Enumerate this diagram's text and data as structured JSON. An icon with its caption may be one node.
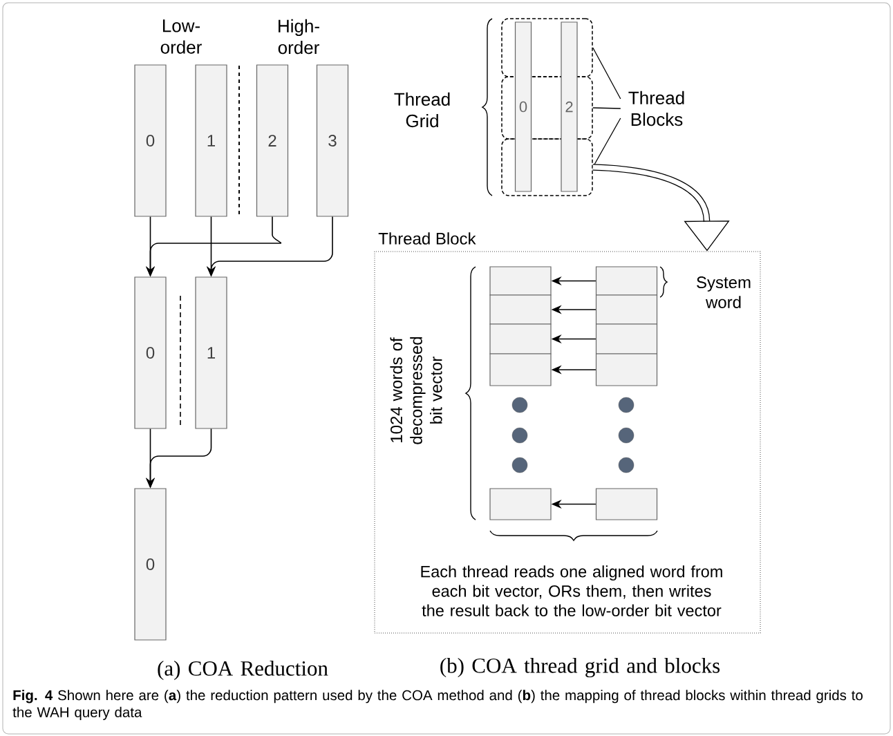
{
  "diagram": {
    "caption": "**Fig. 4** Shown here are (**a**) the reduction pattern used by the COA method and (**b**) the mapping of thread blocks within thread grids to the WAH query data",
    "nodes": [
      {
        "text": [
          "0"
        ]
      },
      {
        "text": [
          "1"
        ]
      },
      {
        "text": [
          "2"
        ]
      },
      {
        "text": [
          "3"
        ]
      },
      {
        "text": [
          "0"
        ]
      },
      {
        "text": [
          "1"
        ]
      },
      {
        "text": [
          "0"
        ]
      },
      {
        "text": [],
        "shape": "box"
      },
      {
        "text": [],
        "shape": "box"
      },
      {
        "text": [],
        "shape": "box"
      },
      {
        "text": [
          "0"
        ]
      },
      {
        "text": [
          "2"
        ]
      },
      {
        "text": [
          "Thread Blocks"
        ]
      },
      {
        "text": [
          "Thread Block"
        ]
      },
      {
        "text": [],
        "shape": "box",
        "in": 13
      },
      {
        "text": [],
        "shape": "box",
        "in": 13
      },
      {
        "text": [],
        "shape": "box",
        "in": 13
      },
      {
        "text": [],
        "shape": "box",
        "in": 13
      },
      {
        "text": [],
        "shape": "box",
        "in": 13
      },
      {
        "text": [],
        "shape": "box",
        "in": 13
      },
      {
        "text": [],
        "shape": "box",
        "in": 13
      },
      {
        "text": [],
        "shape": "box",
        "in": 13
      },
      {
        "text": [],
        "shape": "box",
        "in": 13
      },
      {
        "text": [],
        "shape": "box",
        "in": 13
      }
    ],
    "edges": [
      {
        "from": 0,
        "to": 4,
        "arrow": "to"
      },
      {
        "from": 2,
        "to": 4,
        "arrow": "to"
      },
      {
        "from": 1,
        "to": 5,
        "arrow": "to"
      },
      {
        "from": 3,
        "to": 5,
        "arrow": "to"
      },
      {
        "from": 4,
        "to": 6,
        "arrow": "to"
      },
      {
        "from": 5,
        "to": 6,
        "arrow": "to"
      },
      {
        "from": 12,
        "to": 7,
        "arrow": "none"
      },
      {
        "from": 12,
        "to": 8,
        "arrow": "none"
      },
      {
        "from": 12,
        "to": 9,
        "arrow": "none"
      },
      {
        "from": 9,
        "to": 13,
        "arrow": "to",
        "style": "thick"
      },
      {
        "from": 19,
        "to": 14,
        "arrow": "to"
      },
      {
        "from": 20,
        "to": 15,
        "arrow": "to"
      },
      {
        "from": 21,
        "to": 16,
        "arrow": "to"
      },
      {
        "from": 22,
        "to": 17,
        "arrow": "to"
      },
      {
        "from": 23,
        "to": 18,
        "arrow": "to"
      }
    ],
    "labels": [
      "Low-order",
      "High-order",
      "Thread Grid",
      "System word",
      "1024 words of decompressed bit vector",
      "Each thread reads one aligned word from each bit vector, ORs them, then writes the result back to the low-order bit vector",
      "(a) COA Reduction",
      "(b) COA thread grid and blocks"
    ]
  }
}
